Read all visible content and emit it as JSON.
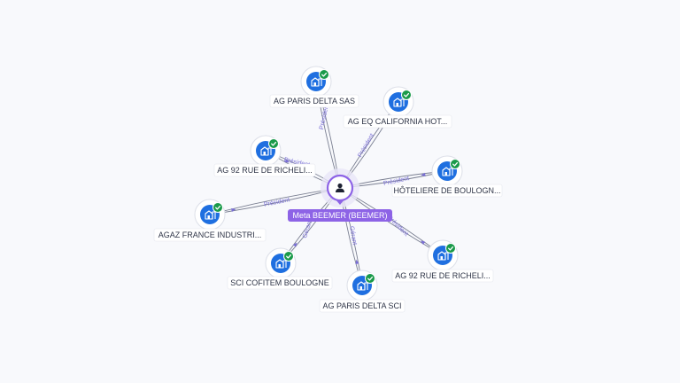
{
  "center": {
    "label": "Meta BEEMER (BEEMER)",
    "icon": "person-icon"
  },
  "nodes": [
    {
      "id": "n1",
      "label": "AG PARIS DELTA SAS",
      "icon": "building-icon",
      "verified": true,
      "relation": "Président"
    },
    {
      "id": "n2",
      "label": "AG EQ CALIFORNIA HOT...",
      "icon": "building-icon",
      "verified": true,
      "relation": "Président"
    },
    {
      "id": "n3",
      "label": "AG 92 RUE DE RICHELI...",
      "icon": "building-icon",
      "verified": true,
      "relation": "Président"
    },
    {
      "id": "n4",
      "label": "HÔTELIERE DE BOULOGN...",
      "icon": "building-icon",
      "verified": true,
      "relation": "Président"
    },
    {
      "id": "n5",
      "label": "AGAZ FRANCE INDUSTRI...",
      "icon": "building-icon",
      "verified": true,
      "relation": "Président"
    },
    {
      "id": "n6",
      "label": "SCI COFITEM BOULOGNE",
      "icon": "building-icon",
      "verified": true,
      "relation": "Gérant"
    },
    {
      "id": "n7",
      "label": "AG PARIS DELTA SCI",
      "icon": "building-icon",
      "verified": true,
      "relation": "Gérant"
    },
    {
      "id": "n8",
      "label": "AG 92 RUE DE RICHELI...",
      "icon": "building-icon",
      "verified": true,
      "relation": "Président"
    }
  ],
  "colors": {
    "accent": "#8d63e6",
    "node": "#1f6fe0",
    "verified": "#1a9a4a",
    "edge_label": "#7a6fd6",
    "background": "#f8f9fc"
  }
}
